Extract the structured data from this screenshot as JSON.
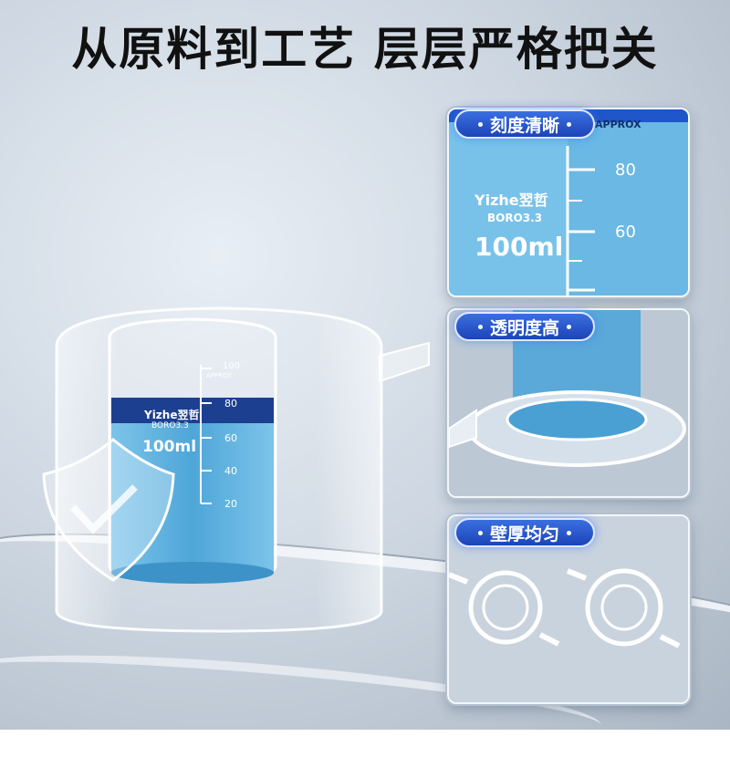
{
  "headline": "从原料到工艺 层层严格把关",
  "beaker": {
    "brand": "Yizhe翌哲",
    "material": "BORO3.3",
    "volume": "100ml",
    "approx": "APPROX",
    "scale": [
      "100",
      "80",
      "60",
      "40",
      "20"
    ]
  },
  "features": [
    {
      "label": "刻度清晰"
    },
    {
      "label": "透明度高"
    },
    {
      "label": "壁厚均匀"
    }
  ],
  "colors": {
    "pill": "#1f4ec4",
    "liquid": "#5fb3de",
    "band": "#1d3f8f"
  }
}
